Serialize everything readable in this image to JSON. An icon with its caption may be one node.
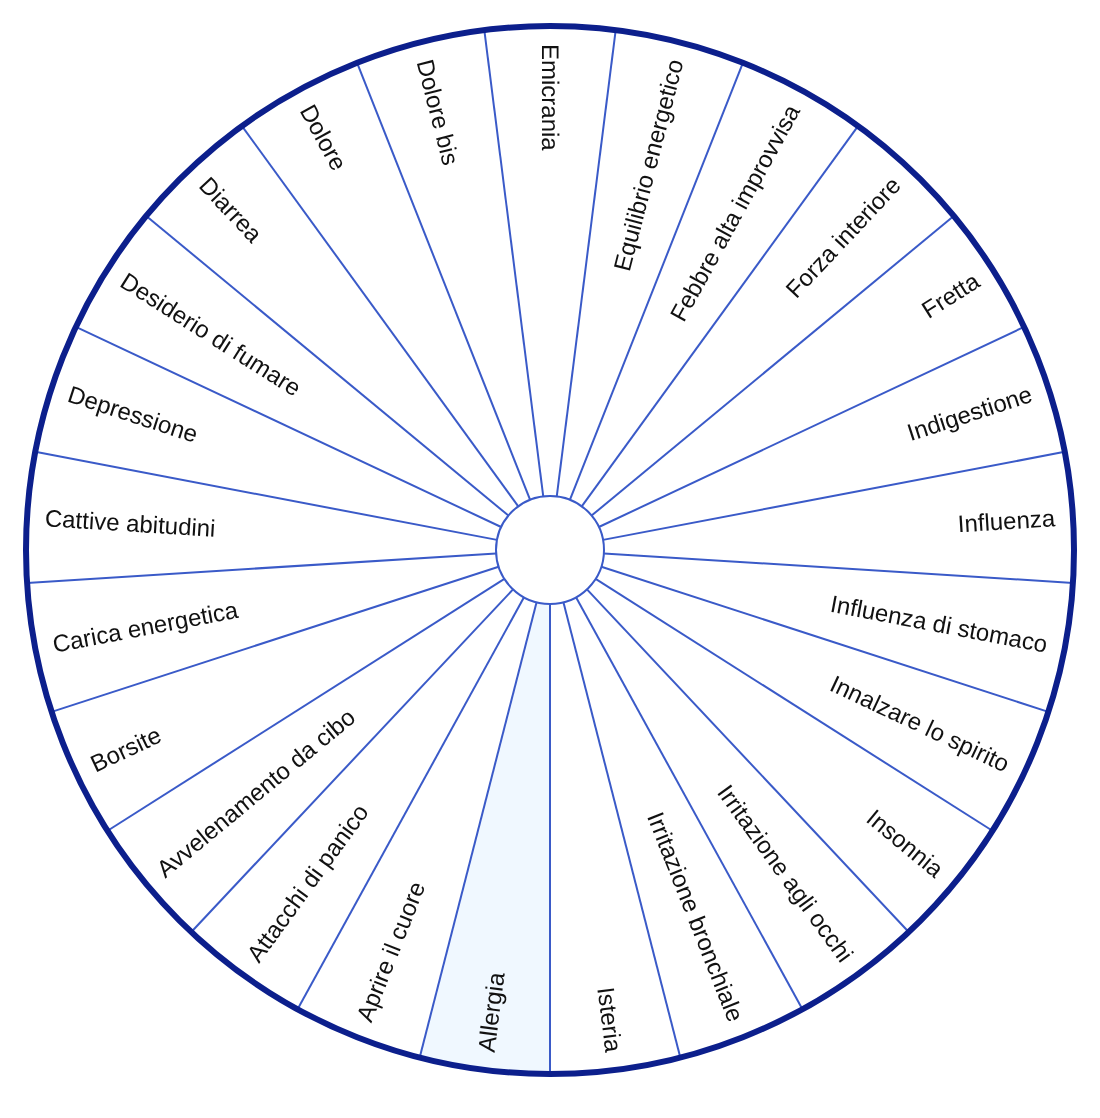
{
  "diagram": {
    "nodes": [
      {
        "text": [
          "Allergia"
        ]
      },
      {
        "text": [
          "Aprire il cuore"
        ]
      },
      {
        "text": [
          "Attacchi di panico"
        ]
      },
      {
        "text": [
          "Avvelenamento da cibo"
        ]
      },
      {
        "text": [
          "Borsite"
        ]
      },
      {
        "text": [
          "Carica energetica"
        ]
      },
      {
        "text": [
          "Cattive abitudini"
        ]
      },
      {
        "text": [
          "Depressione"
        ]
      },
      {
        "text": [
          "Desiderio di fumare"
        ]
      },
      {
        "text": [
          "Diarrea"
        ]
      },
      {
        "text": [
          "Dolore"
        ]
      },
      {
        "text": [
          "Dolore bis"
        ]
      },
      {
        "text": [
          "Emicrania"
        ]
      },
      {
        "text": [
          "Equilibrio energetico"
        ]
      },
      {
        "text": [
          "Febbre alta improvvisa"
        ]
      },
      {
        "text": [
          "Forza interiore"
        ]
      },
      {
        "text": [
          "Fretta"
        ]
      },
      {
        "text": [
          "Indigestione"
        ]
      },
      {
        "text": [
          "Influenza"
        ]
      },
      {
        "text": [
          "Influenza di stomaco"
        ]
      },
      {
        "text": [
          "Innalzare lo spirito"
        ]
      },
      {
        "text": [
          "Insonnia"
        ]
      },
      {
        "text": [
          "Irritazione agli occhi"
        ]
      },
      {
        "text": [
          "Irritazione bronchiale"
        ]
      },
      {
        "text": [
          "Isteria"
        ]
      }
    ]
  }
}
